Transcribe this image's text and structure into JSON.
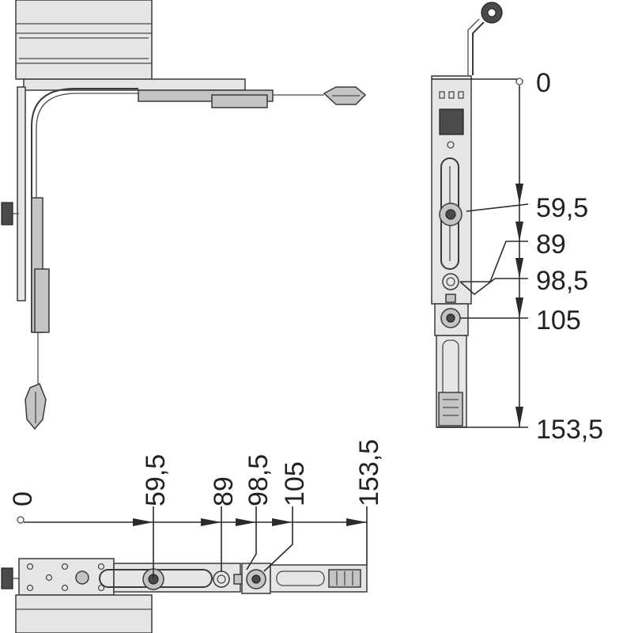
{
  "dimensions": {
    "vertical_view": [
      "0",
      "59,5",
      "89",
      "98,5",
      "105",
      "153,5"
    ],
    "horizontal_view": [
      "0",
      "59,5",
      "89",
      "98,5",
      "105",
      "153,5"
    ]
  },
  "colors": {
    "line": "#2b2b2b",
    "part_fill": "#c4c4c4",
    "part_light": "#e6e6e6",
    "background": "#ffffff"
  }
}
